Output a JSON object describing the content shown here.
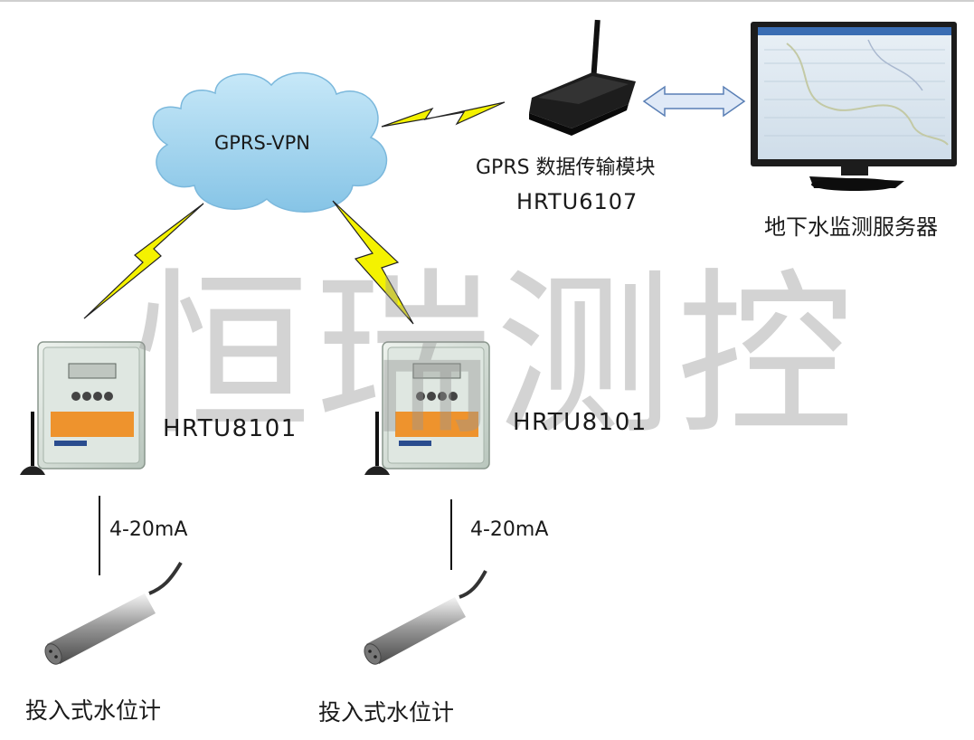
{
  "network": {
    "cloud_label": "GPRS-VPN"
  },
  "gateway": {
    "name": "GPRS 数据传输模块",
    "model": "HRTU6107"
  },
  "server": {
    "name": "地下水监测服务器"
  },
  "rtu_left": {
    "model": "HRTU8101"
  },
  "rtu_right": {
    "model": "HRTU8101"
  },
  "link_left": {
    "signal": "4-20mA"
  },
  "link_right": {
    "signal": "4-20mA"
  },
  "sensor_left": {
    "name": "投入式水位计"
  },
  "sensor_right": {
    "name": "投入式水位计"
  },
  "watermark": {
    "text": "恒瑞测控"
  },
  "colors": {
    "cloud": "#9fd3ee",
    "lightning": "#f4f200",
    "rtu_orange": "#f08a1a",
    "arrow": "#dfe9f7"
  }
}
